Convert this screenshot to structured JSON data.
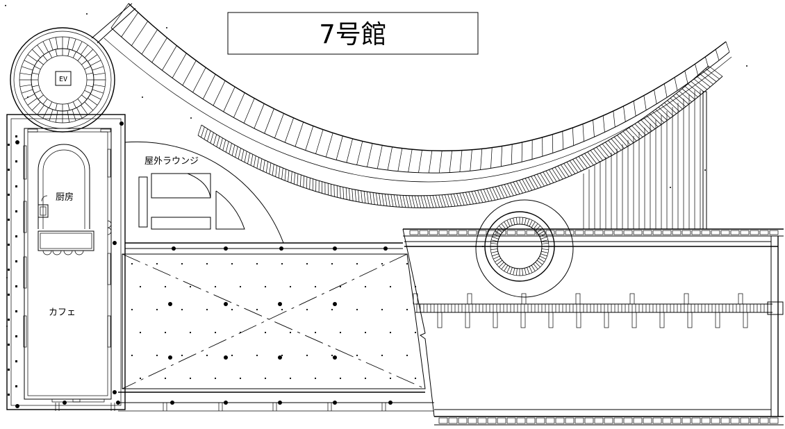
{
  "building": {
    "title": "7号館"
  },
  "rooms": {
    "outdoor_lounge": "屋外ラウンジ",
    "kitchen": "厨房",
    "cafe": "カフェ",
    "elevator": "EV"
  }
}
